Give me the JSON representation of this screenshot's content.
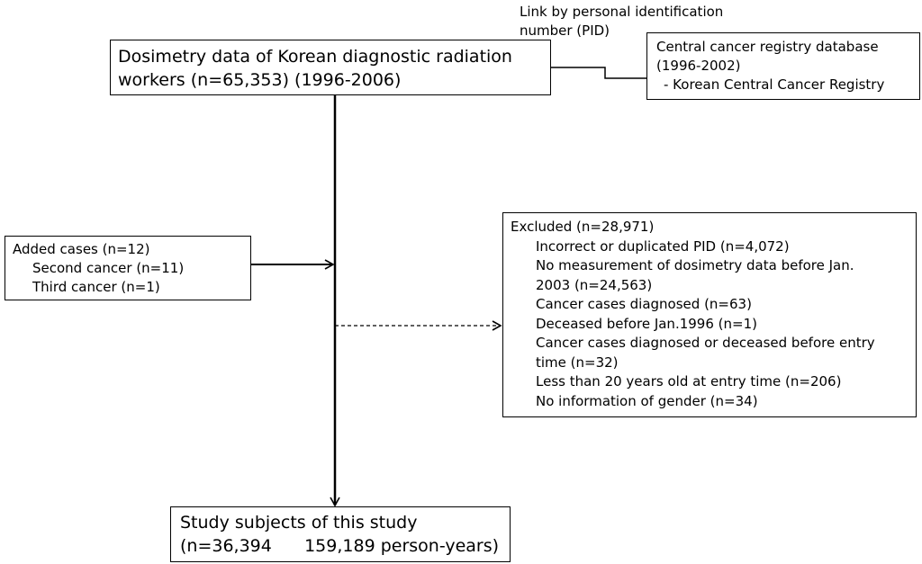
{
  "main_box": {
    "lines": [
      "Dosimetry data of Korean diagnostic radiation",
      "workers (n=65,353) (1996-2006)"
    ]
  },
  "link_label": {
    "lines": [
      "Link by personal identification",
      "number (PID)"
    ]
  },
  "registry_box": {
    "lines": [
      "Central cancer registry database",
      "(1996-2002)",
      "- Korean Central Cancer Registry"
    ]
  },
  "added_box": {
    "title": "Added cases (n=12)",
    "items": [
      "Second cancer (n=11)",
      "Third cancer (n=1)"
    ]
  },
  "excluded_box": {
    "title": "Excluded (n=28,971)",
    "items": [
      "Incorrect or duplicated PID (n=4,072)",
      "No measurement of dosimetry data before Jan.",
      "2003 (n=24,563)",
      "Cancer cases diagnosed (n=63)",
      "Deceased before Jan.1996 (n=1)",
      "Cancer cases diagnosed or deceased before entry",
      "time (n=32)",
      "Less than 20 years old at entry time (n=206)",
      "No information of gender (n=34)"
    ]
  },
  "study_box": {
    "lines": [
      "Study subjects of this study",
      "(n=36,394      159,189 person-years)"
    ]
  },
  "colors": {
    "line": "#000000",
    "background": "#ffffff"
  }
}
